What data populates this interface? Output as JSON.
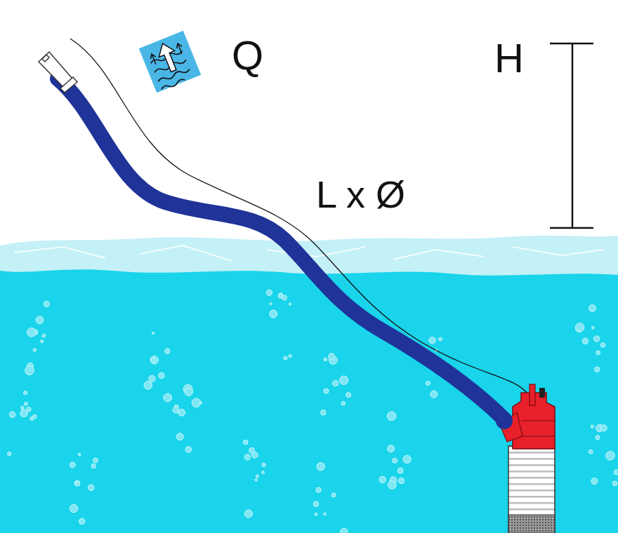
{
  "diagram": {
    "labels": [
      "Q",
      "H",
      "L x Ø"
    ]
  }
}
